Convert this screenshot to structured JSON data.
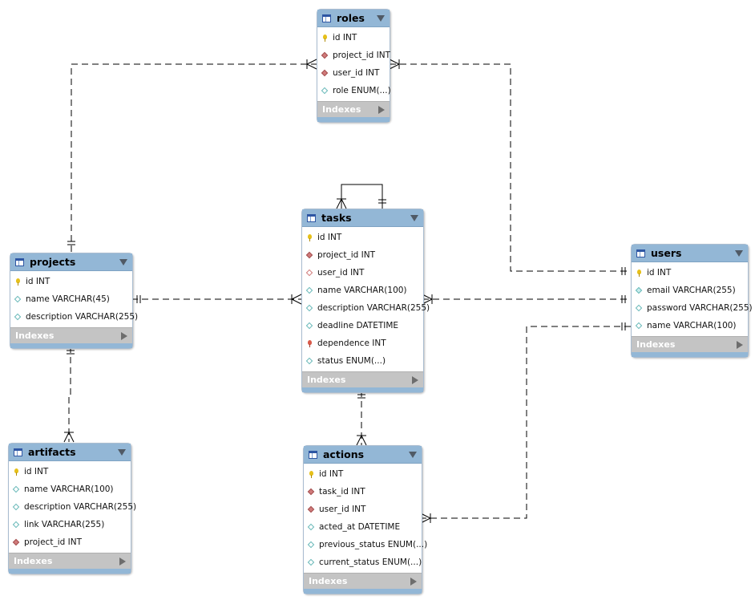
{
  "tables": {
    "roles": {
      "name": "roles",
      "columns": [
        {
          "icon": "pk",
          "label": "id INT"
        },
        {
          "icon": "fk",
          "label": "project_id INT"
        },
        {
          "icon": "fk",
          "label": "user_id INT"
        },
        {
          "icon": "col",
          "label": "role ENUM(...)"
        }
      ],
      "indexes_label": "Indexes"
    },
    "projects": {
      "name": "projects",
      "columns": [
        {
          "icon": "pk",
          "label": "id INT"
        },
        {
          "icon": "col",
          "label": "name VARCHAR(45)"
        },
        {
          "icon": "col",
          "label": "description VARCHAR(255)"
        }
      ],
      "indexes_label": "Indexes"
    },
    "tasks": {
      "name": "tasks",
      "columns": [
        {
          "icon": "pk",
          "label": "id INT"
        },
        {
          "icon": "fk",
          "label": "project_id INT"
        },
        {
          "icon": "fk-hollow",
          "label": "user_id INT"
        },
        {
          "icon": "col",
          "label": "name VARCHAR(100)"
        },
        {
          "icon": "col",
          "label": "description VARCHAR(255)"
        },
        {
          "icon": "col",
          "label": "deadline DATETIME"
        },
        {
          "icon": "fk-key",
          "label": "dependence INT"
        },
        {
          "icon": "col",
          "label": "status ENUM(...)"
        }
      ],
      "indexes_label": "Indexes"
    },
    "users": {
      "name": "users",
      "columns": [
        {
          "icon": "pk",
          "label": "id INT"
        },
        {
          "icon": "col-filled",
          "label": "email VARCHAR(255)"
        },
        {
          "icon": "col",
          "label": "password VARCHAR(255)"
        },
        {
          "icon": "col",
          "label": "name VARCHAR(100)"
        }
      ],
      "indexes_label": "Indexes"
    },
    "artifacts": {
      "name": "artifacts",
      "columns": [
        {
          "icon": "pk",
          "label": "id INT"
        },
        {
          "icon": "col",
          "label": "name VARCHAR(100)"
        },
        {
          "icon": "col",
          "label": "description VARCHAR(255)"
        },
        {
          "icon": "col",
          "label": "link VARCHAR(255)"
        },
        {
          "icon": "fk",
          "label": "project_id INT"
        }
      ],
      "indexes_label": "Indexes"
    },
    "actions": {
      "name": "actions",
      "columns": [
        {
          "icon": "pk",
          "label": "id INT"
        },
        {
          "icon": "fk",
          "label": "task_id INT"
        },
        {
          "icon": "fk",
          "label": "user_id INT"
        },
        {
          "icon": "col",
          "label": "acted_at DATETIME"
        },
        {
          "icon": "col",
          "label": "previous_status ENUM(...)"
        },
        {
          "icon": "col",
          "label": "current_status ENUM(...)"
        }
      ],
      "indexes_label": "Indexes"
    }
  },
  "relationships": [
    {
      "from": "projects",
      "to": "roles",
      "type": "one-to-many"
    },
    {
      "from": "users",
      "to": "roles",
      "type": "one-to-many"
    },
    {
      "from": "projects",
      "to": "tasks",
      "type": "one-to-many"
    },
    {
      "from": "users",
      "to": "tasks",
      "type": "one-to-many"
    },
    {
      "from": "tasks",
      "to": "tasks",
      "type": "self-reference"
    },
    {
      "from": "projects",
      "to": "artifacts",
      "type": "one-to-many"
    },
    {
      "from": "tasks",
      "to": "actions",
      "type": "one-to-many"
    },
    {
      "from": "users",
      "to": "actions",
      "type": "one-to-many"
    }
  ]
}
